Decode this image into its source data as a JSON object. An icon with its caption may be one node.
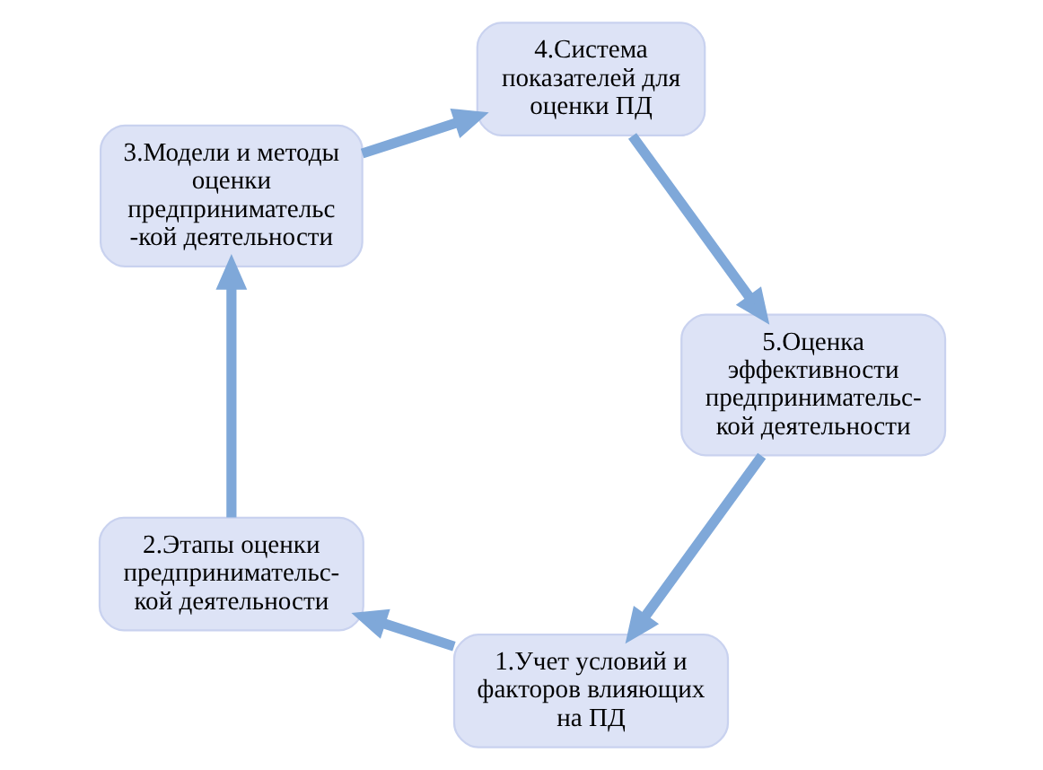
{
  "diagram": {
    "nodes": [
      {
        "text": [
          "1.Учет условий и факторов влияющих на ПД"
        ]
      },
      {
        "text": [
          "2.Этапы оценки предпринимательс- кой деятельности"
        ]
      },
      {
        "text": [
          "3.Модели и методы оценки предпринимательс -кой деятельности"
        ]
      },
      {
        "text": [
          "4.Система показателей для оценки ПД"
        ]
      },
      {
        "text": [
          "5.Оценка эффективности предпринимательс- кой деятельности"
        ]
      }
    ],
    "edges": [
      {
        "from": 0,
        "to": 1,
        "arrow": "to"
      },
      {
        "from": 1,
        "to": 2,
        "arrow": "to"
      },
      {
        "from": 2,
        "to": 3,
        "arrow": "to"
      },
      {
        "from": 3,
        "to": 4,
        "arrow": "to"
      },
      {
        "from": 4,
        "to": 0,
        "arrow": "to"
      }
    ]
  }
}
